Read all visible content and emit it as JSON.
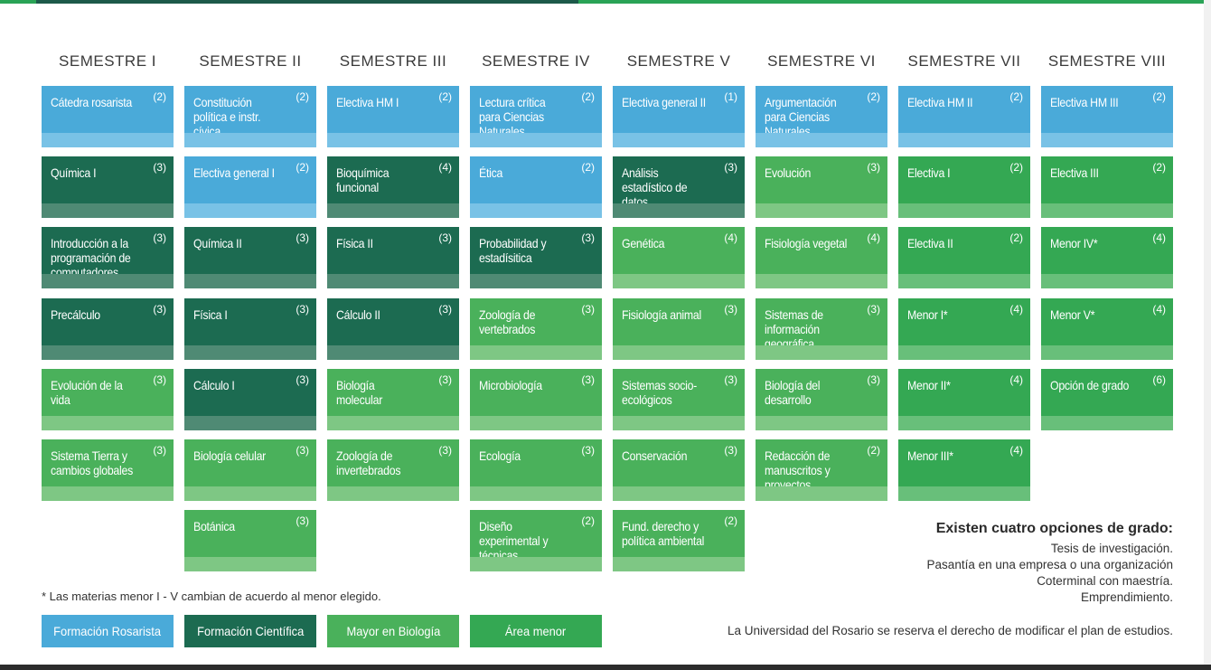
{
  "semesters": [
    {
      "name": "SEMESTRE I",
      "courses": [
        {
          "label": "Cátedra rosarista",
          "credits": "(2)",
          "type": "ros"
        },
        {
          "label": "Química I",
          "credits": "(3)",
          "type": "cie"
        },
        {
          "label": "Introducción a la programación de computadores",
          "credits": "(3)",
          "type": "cie"
        },
        {
          "label": "Precálculo",
          "credits": "(3)",
          "type": "cie"
        },
        {
          "label": "Evolución de la vida",
          "credits": "(3)",
          "type": "bio"
        },
        {
          "label": "Sistema Tierra y cambios globales",
          "credits": "(3)",
          "type": "bio"
        }
      ]
    },
    {
      "name": "SEMESTRE II",
      "courses": [
        {
          "label": "Constitución política e instr. cívica",
          "credits": "(2)",
          "type": "ros"
        },
        {
          "label": "Electiva general I",
          "credits": "(2)",
          "type": "ros"
        },
        {
          "label": "Química II",
          "credits": "(3)",
          "type": "cie"
        },
        {
          "label": "Física I",
          "credits": "(3)",
          "type": "cie"
        },
        {
          "label": "Cálculo I",
          "credits": "(3)",
          "type": "cie"
        },
        {
          "label": "Biología celular",
          "credits": "(3)",
          "type": "bio"
        },
        {
          "label": "Botánica",
          "credits": "(3)",
          "type": "bio"
        }
      ]
    },
    {
      "name": "SEMESTRE III",
      "courses": [
        {
          "label": "Electiva HM I",
          "credits": "(2)",
          "type": "ros"
        },
        {
          "label": "Bioquímica funcional",
          "credits": "(4)",
          "type": "cie"
        },
        {
          "label": "Física II",
          "credits": "(3)",
          "type": "cie"
        },
        {
          "label": "Cálculo II",
          "credits": "(3)",
          "type": "cie"
        },
        {
          "label": "Biología molecular",
          "credits": "(3)",
          "type": "bio"
        },
        {
          "label": "Zoología de invertebrados",
          "credits": "(3)",
          "type": "bio"
        }
      ]
    },
    {
      "name": "SEMESTRE IV",
      "courses": [
        {
          "label": "Lectura crítica para Ciencias Naturales",
          "credits": "(2)",
          "type": "ros"
        },
        {
          "label": "Ética",
          "credits": "(2)",
          "type": "ros"
        },
        {
          "label": "Probabilidad y estadísitica",
          "credits": "(3)",
          "type": "cie"
        },
        {
          "label": "Zoología de vertebrados",
          "credits": "(3)",
          "type": "bio"
        },
        {
          "label": "Microbiología",
          "credits": "(3)",
          "type": "bio"
        },
        {
          "label": "Ecología",
          "credits": "(3)",
          "type": "bio"
        },
        {
          "label": "Diseño experimental y técnicas biológicas",
          "credits": "(2)",
          "type": "bio"
        }
      ]
    },
    {
      "name": "SEMESTRE V",
      "courses": [
        {
          "label": "Electiva general II",
          "credits": "(1)",
          "type": "ros"
        },
        {
          "label": "Análisis estadístico de datos",
          "credits": "(3)",
          "type": "cie"
        },
        {
          "label": "Genética",
          "credits": "(4)",
          "type": "bio"
        },
        {
          "label": "Fisiología animal",
          "credits": "(3)",
          "type": "bio"
        },
        {
          "label": "Sistemas socio-ecológicos",
          "credits": "(3)",
          "type": "bio"
        },
        {
          "label": "Conservación",
          "credits": "(3)",
          "type": "bio"
        },
        {
          "label": "Fund. derecho y política ambiental",
          "credits": "(2)",
          "type": "bio"
        }
      ]
    },
    {
      "name": "SEMESTRE VI",
      "courses": [
        {
          "label": "Argumentación para Ciencias Naturales",
          "credits": "(2)",
          "type": "ros"
        },
        {
          "label": "Evolución",
          "credits": "(3)",
          "type": "bio"
        },
        {
          "label": "Fisiología vegetal",
          "credits": "(4)",
          "type": "bio"
        },
        {
          "label": "Sistemas de información geográfica",
          "credits": "(3)",
          "type": "bio"
        },
        {
          "label": "Biología del desarrollo",
          "credits": "(3)",
          "type": "bio"
        },
        {
          "label": "Redacción de manuscritos y proyectos",
          "credits": "(2)",
          "type": "bio"
        }
      ]
    },
    {
      "name": "SEMESTRE VII",
      "courses": [
        {
          "label": "Electiva HM II",
          "credits": "(2)",
          "type": "ros"
        },
        {
          "label": "Electiva I",
          "credits": "(2)",
          "type": "men"
        },
        {
          "label": "Electiva II",
          "credits": "(2)",
          "type": "men"
        },
        {
          "label": "Menor I*",
          "credits": "(4)",
          "type": "men"
        },
        {
          "label": "Menor II*",
          "credits": "(4)",
          "type": "men"
        },
        {
          "label": "Menor III*",
          "credits": "(4)",
          "type": "men"
        }
      ]
    },
    {
      "name": "SEMESTRE VIII",
      "courses": [
        {
          "label": "Electiva HM III",
          "credits": "(2)",
          "type": "ros"
        },
        {
          "label": "Electiva III",
          "credits": "(2)",
          "type": "men"
        },
        {
          "label": "Menor IV*",
          "credits": "(4)",
          "type": "men"
        },
        {
          "label": "Menor V*",
          "credits": "(4)",
          "type": "men"
        },
        {
          "label": "Opción de grado",
          "credits": "(6)",
          "type": "men"
        }
      ]
    }
  ],
  "note": "* Las materias menor I - V cambian de acuerdo al menor elegido.",
  "legend": [
    {
      "label": "Formación Rosarista",
      "type": "ros"
    },
    {
      "label": "Formación Científica",
      "type": "cie"
    },
    {
      "label": "Mayor en Biología",
      "type": "bio"
    },
    {
      "label": "Área menor",
      "type": "men"
    }
  ],
  "grado": {
    "title": "Existen cuatro opciones de grado:",
    "options": [
      "Tesis de investigación.",
      "Pasantía en una empresa o una organización",
      "Coterminal con maestría.",
      "Emprendimiento."
    ]
  },
  "disclaimer": "La Universidad del Rosario se reserva el derecho de modificar el plan de estudios.",
  "colors": {
    "rosarista": "#4aaad9",
    "cientifica": "#1c6b51",
    "biologia": "#4ab15b",
    "menor": "#34a853"
  }
}
